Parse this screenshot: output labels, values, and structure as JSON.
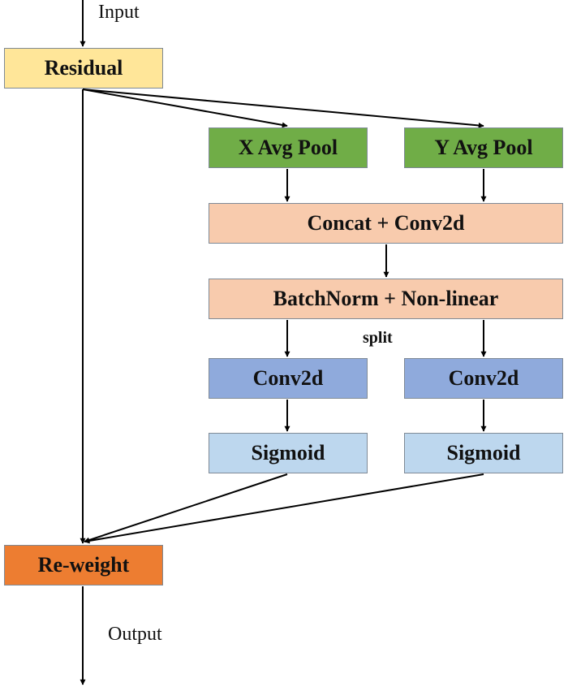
{
  "labels": {
    "input": "Input",
    "output": "Output",
    "split": "split"
  },
  "blocks": {
    "residual": "Residual",
    "x_avg_pool": "X Avg Pool",
    "y_avg_pool": "Y Avg Pool",
    "concat_conv": "Concat + Conv2d",
    "batchnorm_nonlinear": "BatchNorm + Non-linear",
    "conv2d_left": "Conv2d",
    "conv2d_right": "Conv2d",
    "sigmoid_left": "Sigmoid",
    "sigmoid_right": "Sigmoid",
    "reweight": "Re-weight"
  },
  "colors": {
    "residual": "#ffe699",
    "pool": "#70ad47",
    "concat_bn": "#f8cbad",
    "conv2d": "#8faadc",
    "sigmoid": "#bdd7ee",
    "reweight": "#ed7d31",
    "arrow": "#000000"
  }
}
